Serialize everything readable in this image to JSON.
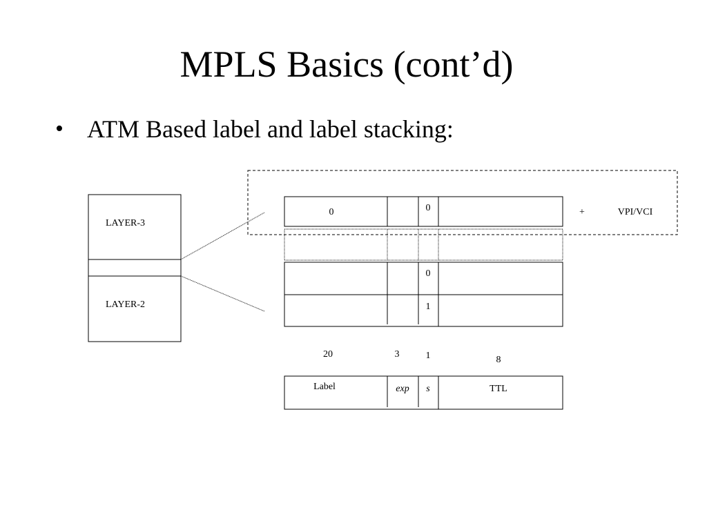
{
  "slide": {
    "title": "MPLS Basics (cont’d)",
    "bullet": "ATM Based label and label stacking:",
    "bullet_marker": "•"
  },
  "diagram": {
    "stack_left": {
      "layer3": "LAYER-3",
      "layer2": "LAYER-2"
    },
    "top_row": {
      "label_value": "0",
      "s_value": "0",
      "plus": "+",
      "vpi_vci": "VPI/VCI"
    },
    "row3": {
      "s_value": "0"
    },
    "row4": {
      "s_value": "1"
    },
    "field_widths": {
      "label": "20",
      "exp": "3",
      "s": "1",
      "ttl": "8"
    },
    "field_names": {
      "label": "Label",
      "exp": "exp",
      "s": "s",
      "ttl": "TTL"
    }
  }
}
